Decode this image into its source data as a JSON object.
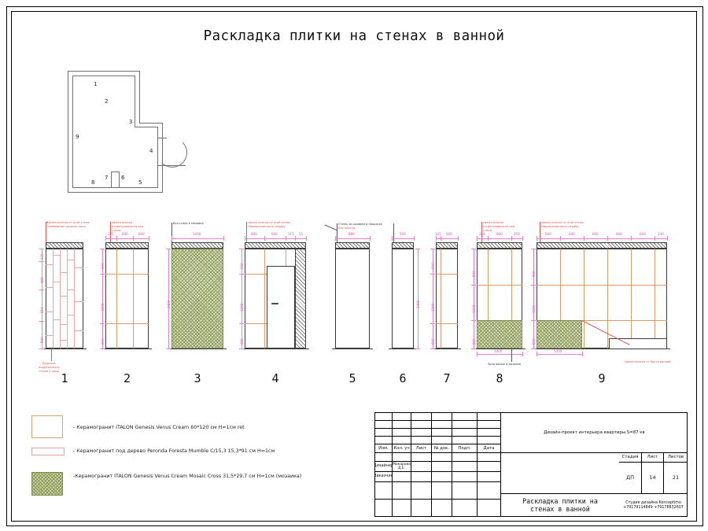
{
  "sheet": {
    "title": "Раскладка плитки на стенах в ванной"
  },
  "floor_plan": {
    "name": "plan-bathroom",
    "wall_numbers": [
      "1",
      "2",
      "3",
      "4",
      "5",
      "6",
      "7",
      "8",
      "9"
    ]
  },
  "elevations": [
    {
      "number": "1",
      "notes_top": "Целая плитка от этой стены\nТребование разреза поля",
      "note_bottom": "Разрезка\nподрезанного\nстыка 2 ряда",
      "top_dims": [],
      "side_dims": [
        "130",
        "900",
        "910",
        "500"
      ],
      "pattern": "wood-plank-vertical"
    },
    {
      "number": "2",
      "notes_top": "Целая плитка\nотцентрована по оси\nстены",
      "top_dims": [
        "175",
        "600",
        "600"
      ],
      "side_dims": [
        "600",
        "1200",
        "600"
      ],
      "pattern": "large-format-grid"
    },
    {
      "number": "3",
      "notes_top": "Вся стена в мозаике",
      "top_dims": [
        "1430"
      ],
      "side_dims": [
        "2400"
      ],
      "pattern": "mosaic-herringbone"
    },
    {
      "number": "4",
      "notes_top": "Целая плитка от этой стены\nНеразрезанная в штробу",
      "top_dims": [
        "600",
        "600",
        "215",
        "55"
      ],
      "side_dims": [
        "600",
        "1200",
        "600"
      ],
      "pattern": "door-wall"
    },
    {
      "number": "5",
      "notes_top": "Стены за шкафом в покраске\nБез плитки",
      "top_dims": [
        "880"
      ],
      "side_dims": [],
      "pattern": "painted-blank"
    },
    {
      "number": "6",
      "notes_top": "",
      "top_dims": [
        "500"
      ],
      "side_dims": [
        "2400"
      ],
      "pattern": "painted-blank"
    },
    {
      "number": "7",
      "notes_top": "",
      "top_dims": [
        "105",
        "500"
      ],
      "side_dims": [
        "600",
        "1200",
        "600"
      ],
      "pattern": "large-format-grid"
    },
    {
      "number": "8",
      "notes_top": "Целая плитка\nотцентрована по оси\nстены",
      "note_bottom": "Зона ванны в мозаике",
      "top_dims": [
        "250",
        "600",
        "250"
      ],
      "side_dims": [
        "600",
        "1200",
        "600"
      ],
      "bottom_dims": [
        "1000"
      ],
      "pattern": "grid-with-mosaic-base"
    },
    {
      "number": "9",
      "notes_top": "Целая плитка от этой стены\nНеразрезанная в штробу",
      "note_bottom": "Целая плитка от борта ванной",
      "top_dims": [
        "600",
        "600",
        "600",
        "600",
        "600",
        "240"
      ],
      "side_dims": [
        "600",
        "1200",
        "600"
      ],
      "bottom_dims": [
        "1000"
      ],
      "pattern": "grid-with-mosaic-base-and-tub"
    }
  ],
  "legend": [
    {
      "swatch": "porcelain-large-format",
      "text": "- Керамогранит ITALON Genesis Venus Cream 60*120 см H=1см ret"
    },
    {
      "swatch": "wood-look-plank",
      "text": "- Керамогранит под дерево Peronda Foresta Mumble C/15,3  15,3*91 см H=1см"
    },
    {
      "swatch": "mosaic-cross",
      "text": "-Керамогранит ITALON Genesis Venus Cream Mosaic Cross 31,5*29,7 см H=1см (мозаика)"
    }
  ],
  "title_block": {
    "revision_headers": [
      "Изм.",
      "Кол. уч",
      "Лист",
      "№ док.",
      "Подп.",
      "Дата"
    ],
    "roles": [
      "Дизайнер",
      "Заказчик"
    ],
    "designer_name": "Макарова Д.Е.",
    "project_title": "Дизайн-проект интерьера квартиры S=87 кв",
    "drawing_title": "Раскладка плитки на\nстенах в ванной",
    "stage_headers": [
      "Стадия",
      "Лист",
      "Листов"
    ],
    "stage_values": [
      "ДП",
      "14",
      "21"
    ],
    "studio_name": "Студия дизайна Konceptimo",
    "studio_phones": "+79179114849 +79178832607"
  },
  "colors": {
    "grid": "#d98b50",
    "dimension": "#e87fd0",
    "note": "#e0534a",
    "mosaic": "#8d9a5e",
    "plank": "#e8a7a7"
  }
}
